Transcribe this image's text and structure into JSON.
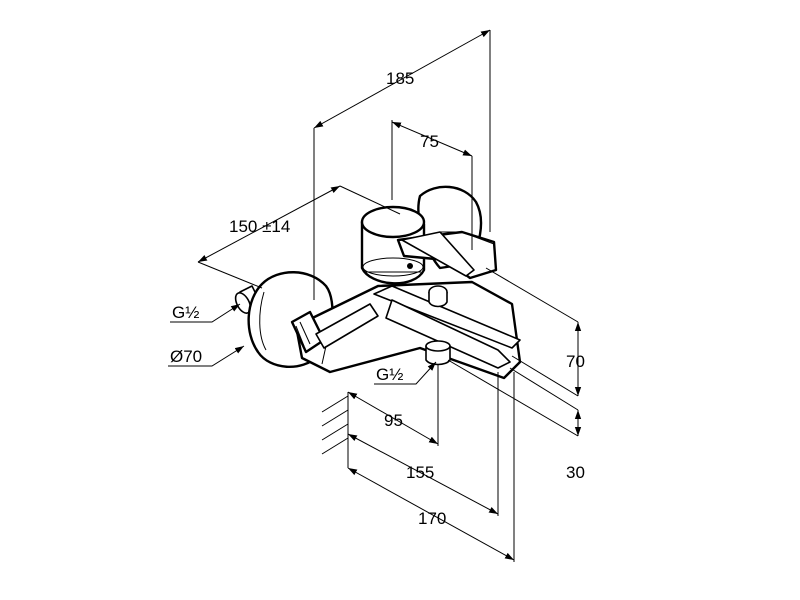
{
  "dimensions": {
    "overall_length": "185",
    "handle_offset": "75",
    "centres": "150 ±14",
    "connection_left": "G½",
    "escutcheon": "Ø70",
    "outlet_thread": "G½",
    "spout_height": "70",
    "spout_bottom": "30",
    "outlet_projection": "95",
    "spout_projection": "155",
    "total_projection": "170"
  }
}
